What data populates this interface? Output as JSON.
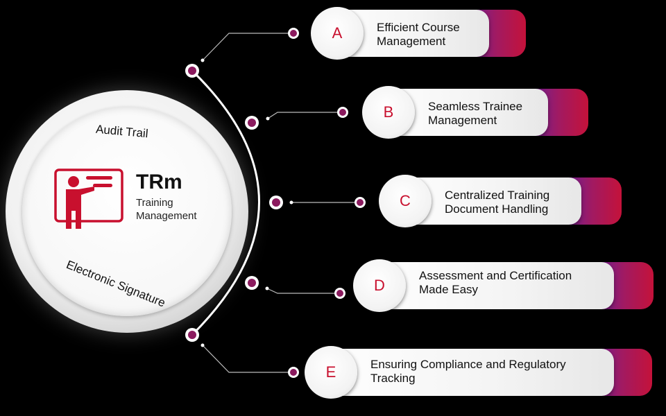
{
  "hub": {
    "top_arc_text": "Audit Trail",
    "bottom_arc_text": "Electronic Signature",
    "title": "TRm",
    "subtitle_line1": "Training",
    "subtitle_line2": "Management",
    "icon": "presenter-board-icon"
  },
  "colors": {
    "accent_red": "#c8102e",
    "accent_purple": "#6f1f8f",
    "node_magenta": "#8b1a5e",
    "background": "#000000"
  },
  "items": [
    {
      "letter": "A",
      "line1": "Efficient Course",
      "line2": "Management"
    },
    {
      "letter": "B",
      "line1": "Seamless Trainee",
      "line2": "Management"
    },
    {
      "letter": "C",
      "line1": "Centralized Training",
      "line2": "Document Handling"
    },
    {
      "letter": "D",
      "line1": "Assessment and Certification",
      "line2": "Made Easy"
    },
    {
      "letter": "E",
      "line1": "Ensuring Compliance and Regulatory",
      "line2": "Tracking"
    }
  ]
}
